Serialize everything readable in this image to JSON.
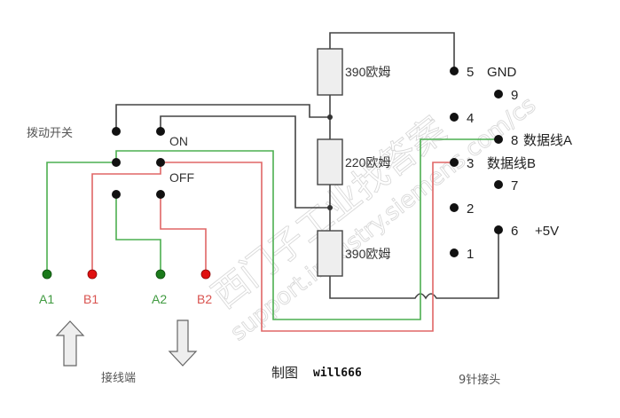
{
  "title": "9针接头 拨动开关 接线图",
  "colors": {
    "wire_black": "#444444",
    "wire_green": "#4caf50",
    "wire_red": "#e06666",
    "terminal_green": "#1b7a1b",
    "terminal_red": "#e01010",
    "terminal_green_text": "#3f9a3f",
    "terminal_red_text": "#d9534f",
    "resistor_fill": "#eeeeee",
    "arrow_fill": "#eeeeee"
  },
  "switch": {
    "label": "拨动开关",
    "on_label": "ON",
    "off_label": "OFF"
  },
  "resistors": [
    {
      "label": "390欧姆",
      "value_ohm": 390
    },
    {
      "label": "220欧姆",
      "value_ohm": 220
    },
    {
      "label": "390欧姆",
      "value_ohm": 390
    }
  ],
  "terminals": {
    "caption": "接线端",
    "items": [
      {
        "label": "A1",
        "color": "green"
      },
      {
        "label": "B1",
        "color": "red"
      },
      {
        "label": "A2",
        "color": "green"
      },
      {
        "label": "B2",
        "color": "red"
      }
    ]
  },
  "connector": {
    "caption": "9针接头",
    "pins": [
      {
        "num": "5",
        "desc": "GND"
      },
      {
        "num": "9",
        "desc": ""
      },
      {
        "num": "4",
        "desc": ""
      },
      {
        "num": "8",
        "desc": "数据线A"
      },
      {
        "num": "3",
        "desc": "数据线B"
      },
      {
        "num": "7",
        "desc": ""
      },
      {
        "num": "2",
        "desc": ""
      },
      {
        "num": "6",
        "desc": "+5V"
      },
      {
        "num": "1",
        "desc": ""
      }
    ]
  },
  "credit": {
    "prefix": "制图",
    "author": "will666"
  },
  "watermark": {
    "cn": "西门子工业找答案",
    "url": "support.industry.siemens.com/cs"
  }
}
